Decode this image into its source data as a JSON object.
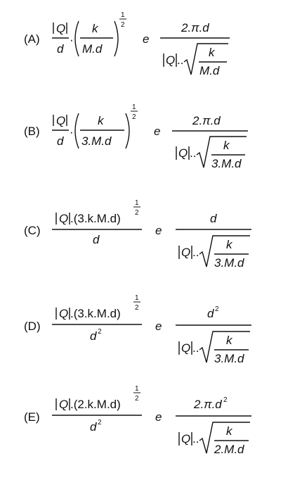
{
  "options": [
    {
      "label": "(A)",
      "first": {
        "Q": "Q",
        "d": "d",
        "k": "k",
        "inner_den": "M.d",
        "exp_num": "1",
        "exp_den": "2"
      },
      "conj": "e",
      "second": {
        "num": "2.π.d",
        "Q": "Q",
        "dots": "..",
        "k": "k",
        "root_den": "M.d"
      }
    },
    {
      "label": "(B)",
      "first": {
        "Q": "Q",
        "d": "d",
        "k": "k",
        "inner_den": "3.M.d",
        "exp_num": "1",
        "exp_den": "2"
      },
      "conj": "e",
      "second": {
        "num": "2.π.d",
        "Q": "Q",
        "dots": "..",
        "k": "k",
        "root_den": "3.M.d"
      }
    },
    {
      "label": "(C)",
      "first": {
        "Q": "Q",
        "rest": ".(3.k.M.d)",
        "exp_num": "1",
        "exp_den": "2",
        "den": "d"
      },
      "conj": "e",
      "second": {
        "num": "d",
        "Q": "Q",
        "dots": "..",
        "k": "k",
        "root_den": "3.M.d"
      }
    },
    {
      "label": "(D)",
      "first": {
        "Q": "Q",
        "rest": ".(3.k.M.d)",
        "exp_num": "1",
        "exp_den": "2",
        "den": "d",
        "den_sup": "2"
      },
      "conj": "e",
      "second": {
        "num": "d",
        "num_sup": "2",
        "Q": "Q",
        "dots": "..",
        "k": "k",
        "root_den": "3.M.d"
      }
    },
    {
      "label": "(E)",
      "first": {
        "Q": "Q",
        "rest": ".(2.k.M.d)",
        "exp_num": "1",
        "exp_den": "2",
        "den": "d",
        "den_sup": "2"
      },
      "conj": "e",
      "second": {
        "num": "2.π.d",
        "num_sup": "2",
        "Q": "Q",
        "dots": "..",
        "k": "k",
        "root_den": "2.M.d"
      }
    }
  ]
}
